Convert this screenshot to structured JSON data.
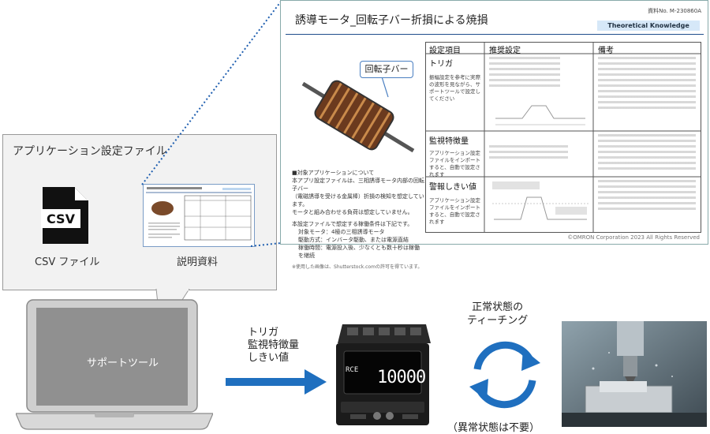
{
  "app_file": {
    "title": "アプリケーション設定ファイル",
    "csv_label": "CSV ファイル",
    "csv_icon_text": "CSV",
    "doc_label": "説明資料"
  },
  "document": {
    "title": "誘導モータ_回転子バー折損による焼損",
    "doc_no": "資料No. M-230860A",
    "tag": "Theoretical Knowledge",
    "part_label": "回転子バー",
    "notes": [
      "■対象アプリケーションについて",
      "本アプリ設定ファイルは、三相誘導モータ内部の回転子バー",
      "（電磁誘導を受ける金属棒）折損の検知を想定しています。",
      "モータと組み合わせる負荷は想定していません。",
      "本設定ファイルで想定する稼働条件は下記です。",
      "対象モータ：4極の三相誘導モータ",
      "駆動方式：インバータ駆動、または電源直結",
      "稼働時間：電源投入後、少なくとも数十秒は稼働を継続",
      "※使用した画像は、Shutterstock.comの許可を得ています。"
    ],
    "table": {
      "headers": [
        "設定項目",
        "推奨設定",
        "備考"
      ],
      "rows": [
        {
          "item": "トリガ",
          "desc": "振幅設定を参考に実際の波形を見ながら、サポートツールで設定してください"
        },
        {
          "item": "監視特徴量",
          "desc": "アプリケーション設定ファイルをインポートすると、自動で設定されます"
        },
        {
          "item": "警報しきい値",
          "desc": "アプリケーション設定ファイルをインポートすると、自動で設定されます"
        }
      ]
    },
    "footer": "©OMRON Corporation 2023 All Rights Reserved"
  },
  "laptop": {
    "label": "サポートツール"
  },
  "flow": {
    "arrow_lines": [
      "トリガ",
      "監視特徴量",
      "しきい値"
    ],
    "teach_lines": [
      "正常状態の",
      "ティーチング"
    ],
    "abnormal_note": "（異常状態は不要）"
  },
  "device": {
    "display_value": "10000",
    "mode_text": "RCE"
  },
  "colors": {
    "accent_blue": "#1f6fbf",
    "doc_rule": "#1f4e8c"
  }
}
